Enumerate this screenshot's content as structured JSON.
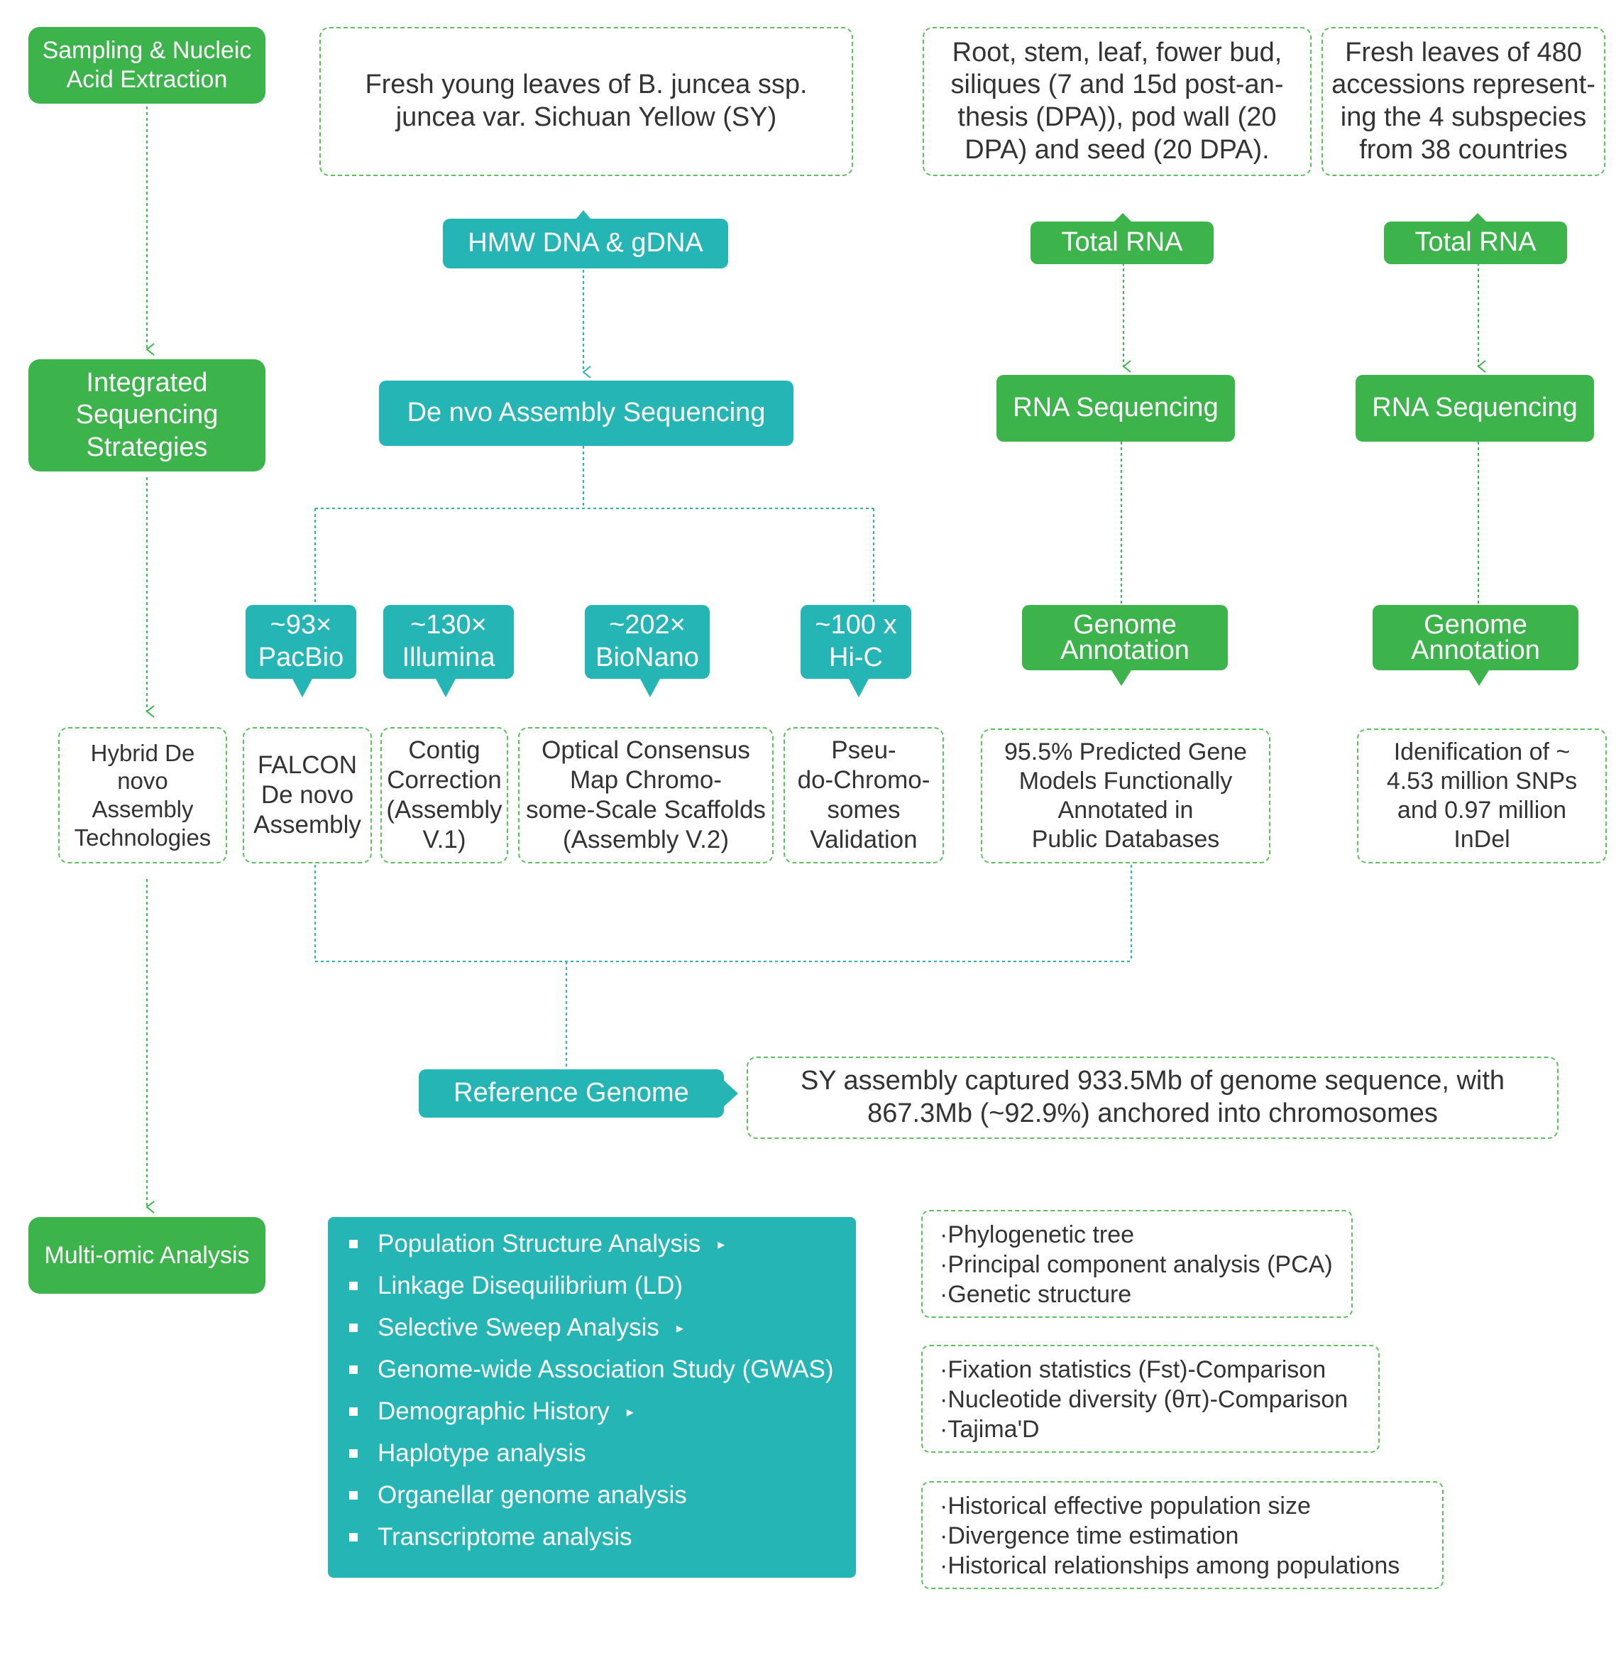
{
  "left_column": {
    "sampling": "Sampling & Nucleic\nAcid Extraction",
    "integrated": "Integrated\nSequencing\nStrategies",
    "hybrid": "Hybrid De\nnovo\nAssembly\nTechnologies",
    "multiomic": "Multi-omic Analysis"
  },
  "samples": {
    "sy_leaves": "Fresh young leaves of B. juncea ssp.\njuncea var. Sichuan Yellow (SY)",
    "tissues": "Root, stem, leaf, fower bud,\nsiliques (7 and 15d post-an-\nthesis (DPA)), pod wall (20\nDPA) and seed (20 DPA).",
    "accessions": "Fresh leaves of 480\naccessions represent-\ning the 4 subspecies\nfrom 38 countries"
  },
  "extraction": {
    "dna": "HMW DNA & gDNA",
    "rna1": "Total RNA",
    "rna2": "Total RNA"
  },
  "sequencing": {
    "denovo": "De nvo Assembly Sequencing",
    "rnaseq1": "RNA Sequencing",
    "rnaseq2": "RNA Sequencing"
  },
  "platforms": {
    "pacbio": "~93×\nPacBio",
    "illumina": "~130×\nIllumina",
    "bionano": "~202×\nBioNano",
    "hic": "~100 x\nHi-C"
  },
  "annotation": {
    "a1": "Genome\nAnnotation",
    "a2": "Genome\nAnnotation"
  },
  "results": {
    "falcon": "FALCON\nDe novo\nAssembly",
    "contig": "Contig\nCorrection\n(Assembly\nV.1)",
    "optical": "Optical Consensus\nMap Chromo-\nsome-Scale Scaffolds\n(Assembly V.2)",
    "pseudo": "Pseu-\ndo-Chromo-\nsomes\nValidation",
    "gene_models": "95.5%  Predicted Gene\nModels Functionally\nAnnotated in\nPublic Databases",
    "snps": "Idenification of ~\n4.53 million SNPs\nand  0.97 million\nInDel"
  },
  "reference": {
    "label": "Reference Genome",
    "summary": "SY assembly captured 933.5Mb of genome sequence, with\n867.3Mb (~92.9%) anchored into chromosomes"
  },
  "analyses": [
    {
      "label": "Population Structure Analysis",
      "expand": "▸"
    },
    {
      "label": "Linkage Disequilibrium (LD)",
      "expand": ""
    },
    {
      "label": "Selective Sweep Analysis",
      "expand": "▸"
    },
    {
      "label": "Genome-wide Association Study (GWAS)",
      "expand": ""
    },
    {
      "label": "Demographic History",
      "expand": "▸"
    },
    {
      "label": "Haplotype analysis",
      "expand": ""
    },
    {
      "label": "Organellar genome analysis",
      "expand": ""
    },
    {
      "label": "Transcriptome analysis",
      "expand": ""
    }
  ],
  "details": {
    "population_structure": [
      "·Phylogenetic tree",
      "·Principal component analysis (PCA)",
      "·Genetic structure"
    ],
    "selective_sweep": [
      "·Fixation statistics (Fst)-Comparison",
      "·Nucleotide diversity (θπ)-Comparison",
      "·Tajima'D"
    ],
    "demographic": [
      "·Historical effective population size",
      "·Divergence time estimation",
      "·Historical relationships among populations"
    ]
  },
  "colors": {
    "green": "#3cb44b",
    "teal": "#24b5b4",
    "dash_green": "#5cc05c"
  }
}
